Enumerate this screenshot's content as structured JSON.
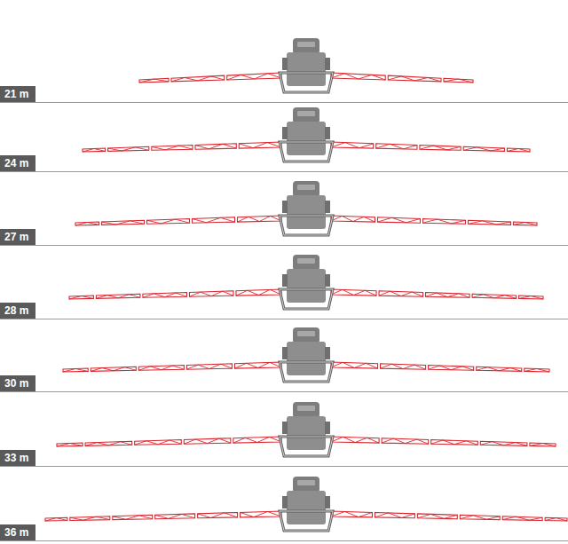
{
  "diagram": {
    "nodes": [
      {
        "text": [
          "21 m"
        ]
      },
      {
        "text": [
          "24 m"
        ]
      },
      {
        "text": [
          "27 m"
        ]
      },
      {
        "text": [
          "28 m"
        ]
      },
      {
        "text": [
          "30 m"
        ]
      },
      {
        "text": [
          "33 m"
        ]
      },
      {
        "text": [
          "36 m"
        ]
      }
    ]
  }
}
